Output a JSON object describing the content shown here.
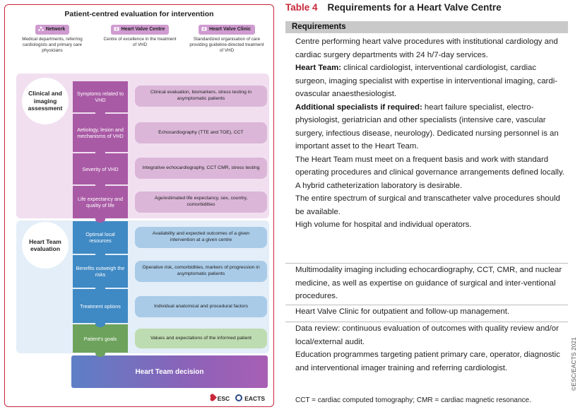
{
  "figure": {
    "title": "Patient-centred evaluation for intervention",
    "top_cards": [
      {
        "label": "Network",
        "text": "Medical departments, referring cardiologists and primary care physicians"
      },
      {
        "label": "Heart Valve Centre",
        "text": "Centre of excellence in the treatment of VHD"
      },
      {
        "label": "Heart Valve Clinic",
        "text": "Standardized organisation of care providing guideline-directed treatment of VHD"
      }
    ],
    "clinical_label": "Clinical and imaging assessment",
    "team_label": "Heart Team evaluation",
    "steps": [
      {
        "piece": "Symptoms related to VHD",
        "desc": "Clinical evaluation, biomarkers, stress testing in asymptomatic patients"
      },
      {
        "piece": "Aetiology, lesion and mechanisms of VHD",
        "desc": "Echocardiography (TTE and TOE), CCT"
      },
      {
        "piece": "Severity of VHD",
        "desc": "Integrative echocardiography, CCT CMR, stress testing"
      },
      {
        "piece": "Life expectancy and quality of life",
        "desc": "Age/estimated life expectancy, sex, country, comorbidities"
      },
      {
        "piece": "Optimal local resources",
        "desc": "Availability and expected outcomes of a given intervention at a given centre"
      },
      {
        "piece": "Benefits outweigh the risks",
        "desc": "Operative risk, comorbidities, markers of progression in asymptomatic patients"
      },
      {
        "piece": "Treatment options",
        "desc": "Individual anatomical and procedural factors"
      },
      {
        "piece": "Patient's goals",
        "desc": "Values and expectations of the informed patient"
      }
    ],
    "decision": "Heart Team decision",
    "logo_esc": "ESC",
    "logo_eacts": "EACTS"
  },
  "table": {
    "number": "Table 4",
    "title": "Requirements for a Heart Valve Centre",
    "column": "Requirements",
    "row1": {
      "p1": "Centre performing heart valve procedures with institutional cardiology and cardiac surgery departments with 24 h/7-day services.",
      "p2_bold": "Heart Team:",
      "p2": " clinical cardiologist, interventional cardiologist, cardiac surgeon, imaging specialist with expertise in interventional imaging, cardi-ovascular anaesthesiologist.",
      "p3_bold": "Additional specialists if required:",
      "p3": " heart failure specialist, electro-physiologist, geriatrician and other specialists (intensive care, vascular surgery, infectious disease, neurology). Dedicated nursing personnel is an important asset to the Heart Team.",
      "p4": "The Heart Team must meet on a frequent basis and work with standard operating procedures and clinical governance arrangements defined locally.",
      "p5": "A hybrid catheterization laboratory is desirable.",
      "p6": "The entire spectrum of surgical and transcatheter valve procedures should be available.",
      "p7": "High volume for hospital and individual operators."
    },
    "row2": "Multimodality imaging including echocardiography, CCT, CMR, and nuclear medicine, as well as expertise on guidance of surgical and inter-ventional procedures.",
    "row3": "Heart Valve Clinic for outpatient and follow-up management.",
    "row4": {
      "p1": "Data review: continuous evaluation of outcomes with quality review and/or local/external audit.",
      "p2": "Education programmes targeting patient primary care, operator, diagnostic and interventional imager training and referring cardiologist."
    },
    "footnote": "CCT = cardiac computed tomography; CMR = cardiac magnetic resonance.",
    "copyright": "©ESC/EACTS 2021"
  }
}
